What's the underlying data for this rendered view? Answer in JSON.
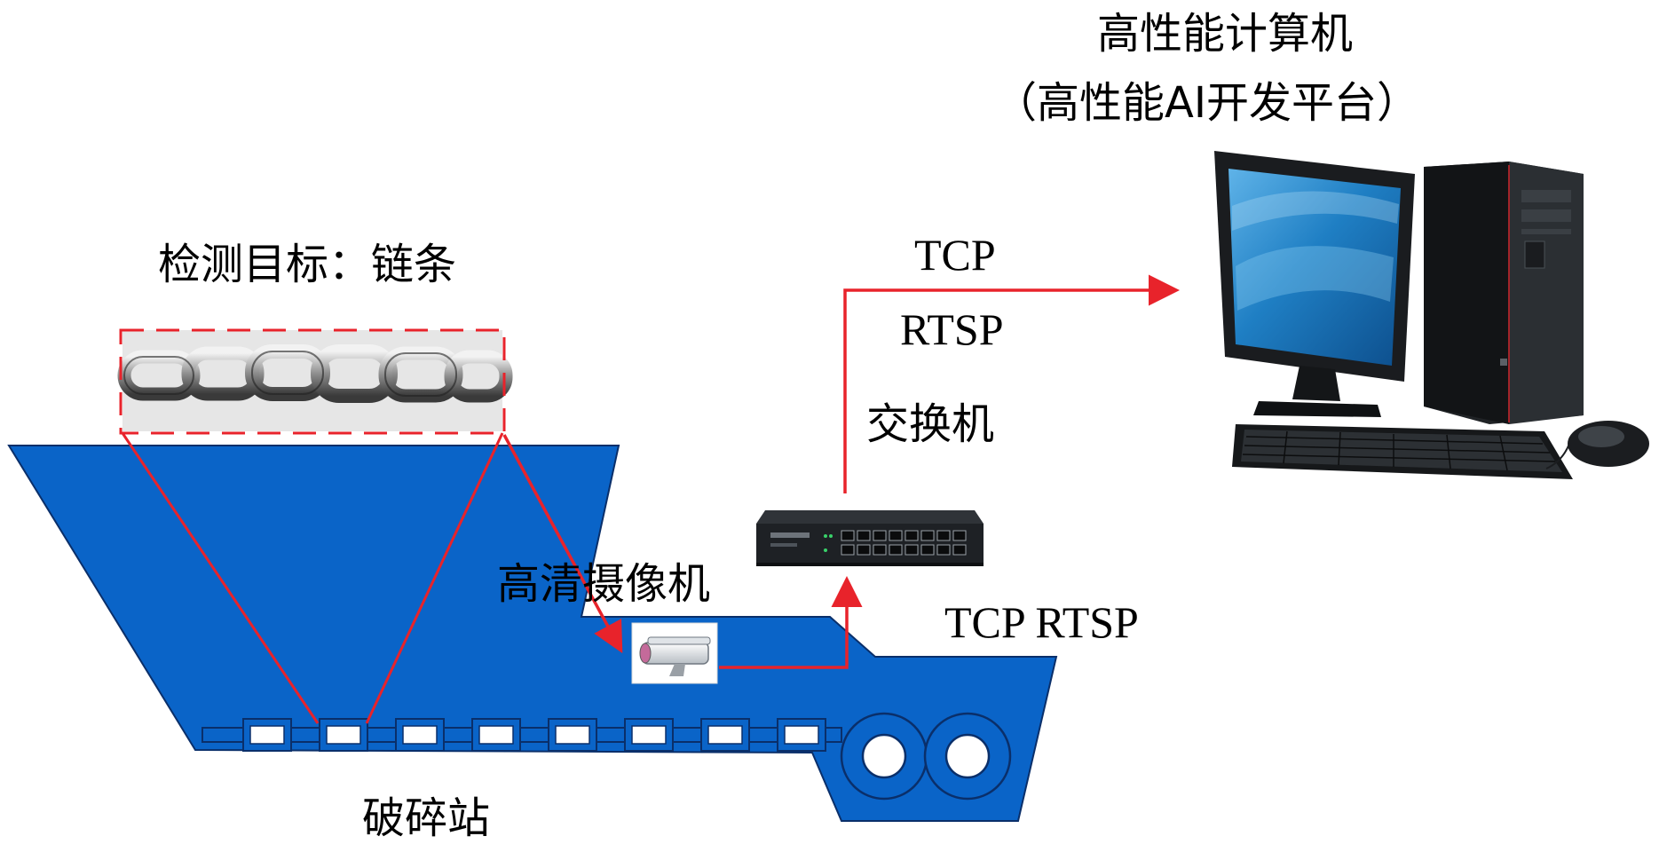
{
  "labels": {
    "computer_title": "高性能计算机",
    "computer_subtitle": "（高性能AI开发平台）",
    "target": "检测目标：链条",
    "camera": "高清摄像机",
    "switch": "交换机",
    "station": "破碎站",
    "protocol_upper_1": "TCP",
    "protocol_upper_2": "RTSP",
    "protocol_lower": "TCP RTSP"
  },
  "colors": {
    "station_fill": "#0a64c8",
    "station_stroke": "#0a2f6a",
    "arrow": "#e8232b",
    "chain_box": "#e8232b",
    "text": "#000000"
  },
  "icons": {
    "chain": "chain-icon",
    "camera": "security-camera-icon",
    "switch": "network-switch-icon",
    "computer": "desktop-computer-icon",
    "crusher": "crushing-station-icon"
  }
}
